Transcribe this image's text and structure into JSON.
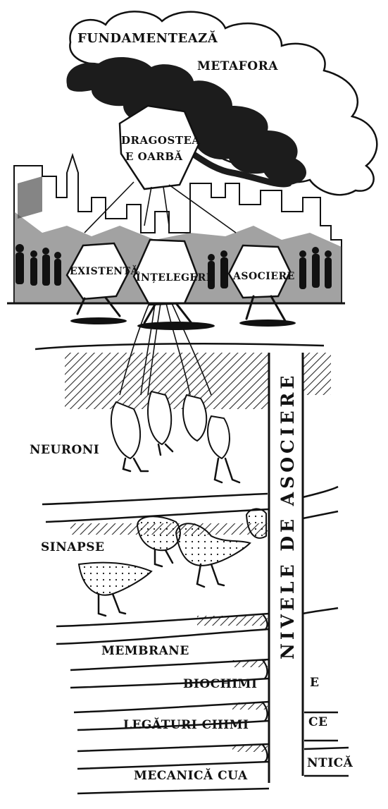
{
  "cloud": {
    "line1": "FUNDAMENTEAZĂ",
    "line2": "METAFORA"
  },
  "top_hexagon": {
    "line1": "DRAGOSTEA",
    "line2": "E OARBĂ"
  },
  "hexagons": [
    "EXISTENȚĂ",
    "ÎNȚELEGERE",
    "ASOCIERE"
  ],
  "levels": {
    "neuroni": "NEURONI",
    "sinapse": "SINAPSE",
    "membrane": "MEMBRANE",
    "biochimi": "BIOCHIMI",
    "legaturi": "LEGĂTURI CHIMI",
    "mecanica": "MECANICĂ CUA"
  },
  "shaft_label": "NIVELE DE ASOCIERE",
  "right_fragments": [
    "E",
    "CE",
    "NTICĂ"
  ],
  "colors": {
    "ink": "#111111",
    "paper": "#ffffff",
    "smoke": "#1c1c1c"
  }
}
